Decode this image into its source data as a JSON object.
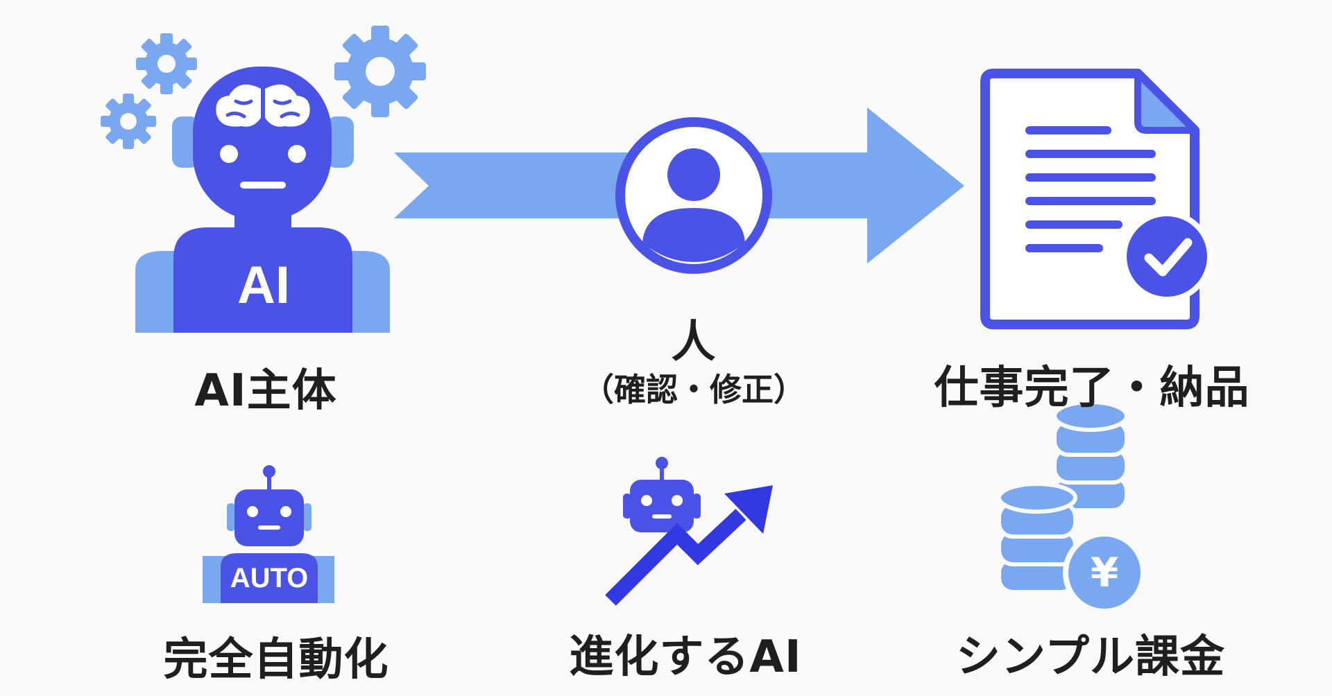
{
  "colors": {
    "primary": "#4b53e6",
    "light": "#79a8f0",
    "text": "#1f1f1f",
    "background": "#fafafa"
  },
  "top_row": {
    "ai_body_text": "AI",
    "ai_label": "AI主体",
    "human_label": "人",
    "human_sublabel": "（確認・修正）",
    "document_label": "仕事完了・納品"
  },
  "bottom_row": {
    "auto_robot_text": "AUTO",
    "auto_label": "完全自動化",
    "evolving_label": "進化するAI",
    "billing_coin_symbol": "¥",
    "billing_label": "シンプル課金"
  },
  "icons": {
    "ai": [
      "gear-icon",
      "robot-icon",
      "brain-icon"
    ],
    "flow": [
      "arrow-icon",
      "person-icon"
    ],
    "document": [
      "document-icon",
      "check-icon"
    ],
    "auto": [
      "robot-icon"
    ],
    "evolve": [
      "robot-icon",
      "trend-up-arrow-icon"
    ],
    "billing": [
      "coin-stack-icon",
      "yen-coin-icon"
    ]
  }
}
